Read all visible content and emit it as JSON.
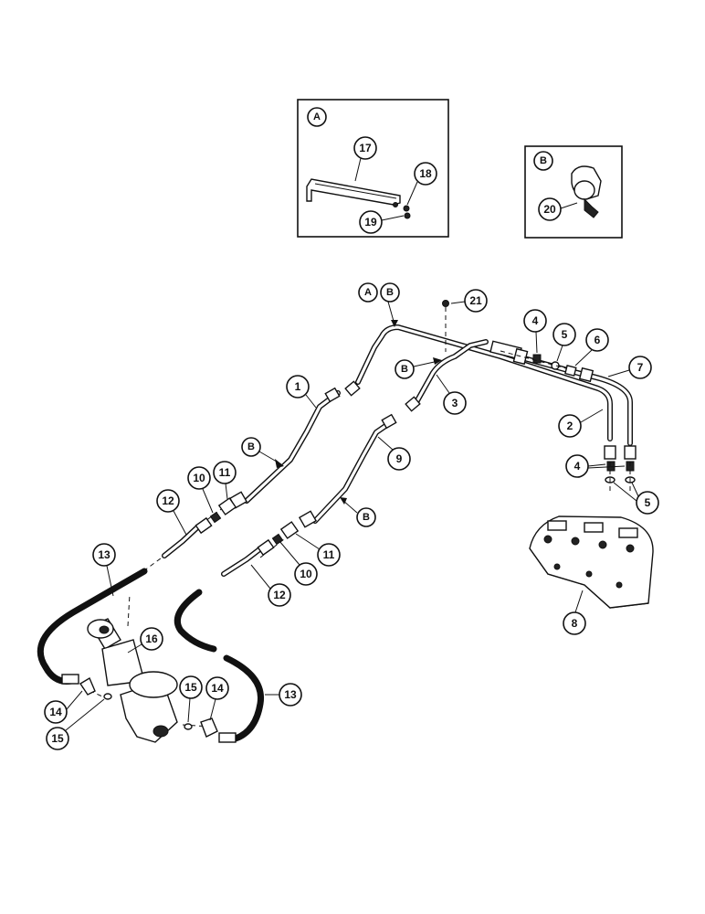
{
  "detail_a": {
    "label": "A",
    "callouts": [
      "17",
      "18",
      "19"
    ]
  },
  "detail_b": {
    "label": "B",
    "callouts": [
      "20"
    ]
  },
  "section_labels": {
    "a": "A",
    "b": "B"
  },
  "callouts": [
    {
      "id": "21",
      "label": "21"
    },
    {
      "id": "4a",
      "label": "4"
    },
    {
      "id": "5a",
      "label": "5"
    },
    {
      "id": "6",
      "label": "6"
    },
    {
      "id": "7",
      "label": "7"
    },
    {
      "id": "1",
      "label": "1"
    },
    {
      "id": "3",
      "label": "3"
    },
    {
      "id": "2",
      "label": "2"
    },
    {
      "id": "9",
      "label": "9"
    },
    {
      "id": "4b",
      "label": "4"
    },
    {
      "id": "5b",
      "label": "5"
    },
    {
      "id": "10a",
      "label": "10"
    },
    {
      "id": "11a",
      "label": "11"
    },
    {
      "id": "12a",
      "label": "12"
    },
    {
      "id": "13a",
      "label": "13"
    },
    {
      "id": "11b",
      "label": "11"
    },
    {
      "id": "10b",
      "label": "10"
    },
    {
      "id": "12b",
      "label": "12"
    },
    {
      "id": "8",
      "label": "8"
    },
    {
      "id": "16",
      "label": "16"
    },
    {
      "id": "15a",
      "label": "15"
    },
    {
      "id": "14a",
      "label": "14"
    },
    {
      "id": "13b",
      "label": "13"
    },
    {
      "id": "14b",
      "label": "14"
    },
    {
      "id": "15b",
      "label": "15"
    }
  ],
  "tube_b_labels": [
    "B",
    "B",
    "B"
  ]
}
